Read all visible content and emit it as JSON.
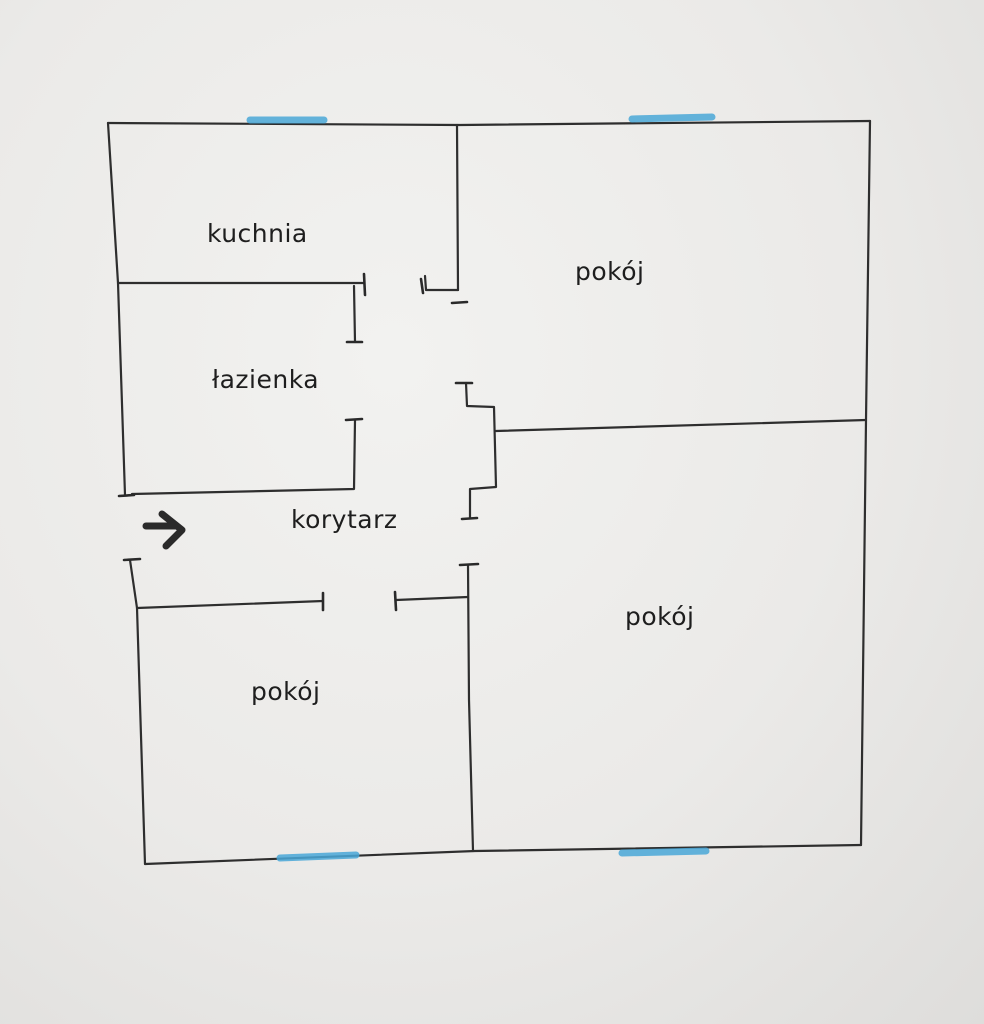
{
  "rooms": {
    "kitchen": "kuchnia",
    "bathroom": "łazienka",
    "corridor": "korytarz",
    "room_top_right": "pokój",
    "room_bottom_right": "pokój",
    "room_bottom_left": "pokój"
  },
  "colors": {
    "wall": "#2e2e2e",
    "window": "#4aa8d8",
    "arrow": "#2a2a2a"
  },
  "icons": {
    "entrance": "arrow-right-icon"
  }
}
